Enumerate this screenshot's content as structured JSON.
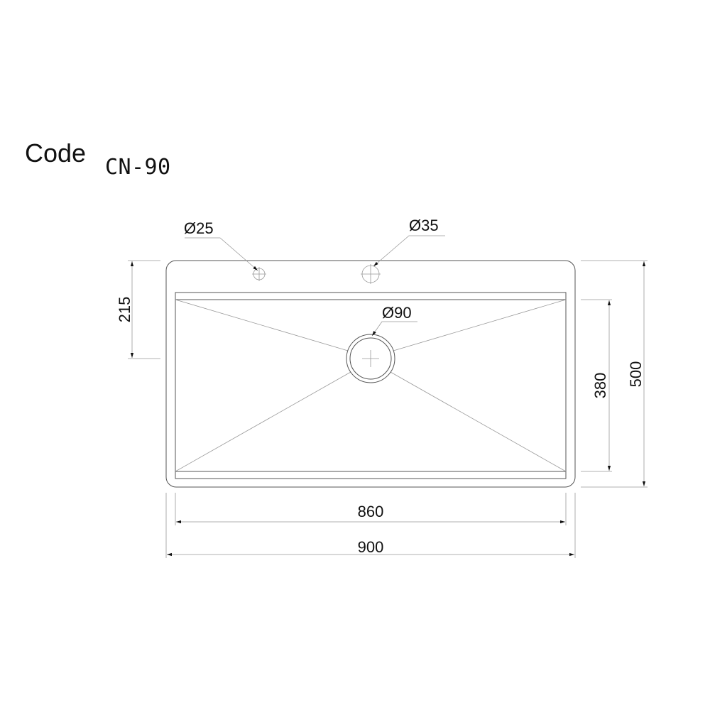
{
  "title": {
    "label": "Code",
    "model": "CN-90"
  },
  "callouts": {
    "hole_small": "Ø25",
    "hole_large": "Ø35",
    "drain": "Ø90"
  },
  "dimensions": {
    "drain_offset": "215",
    "inner_depth": "380",
    "outer_depth": "500",
    "inner_width": "860",
    "outer_width": "900"
  }
}
